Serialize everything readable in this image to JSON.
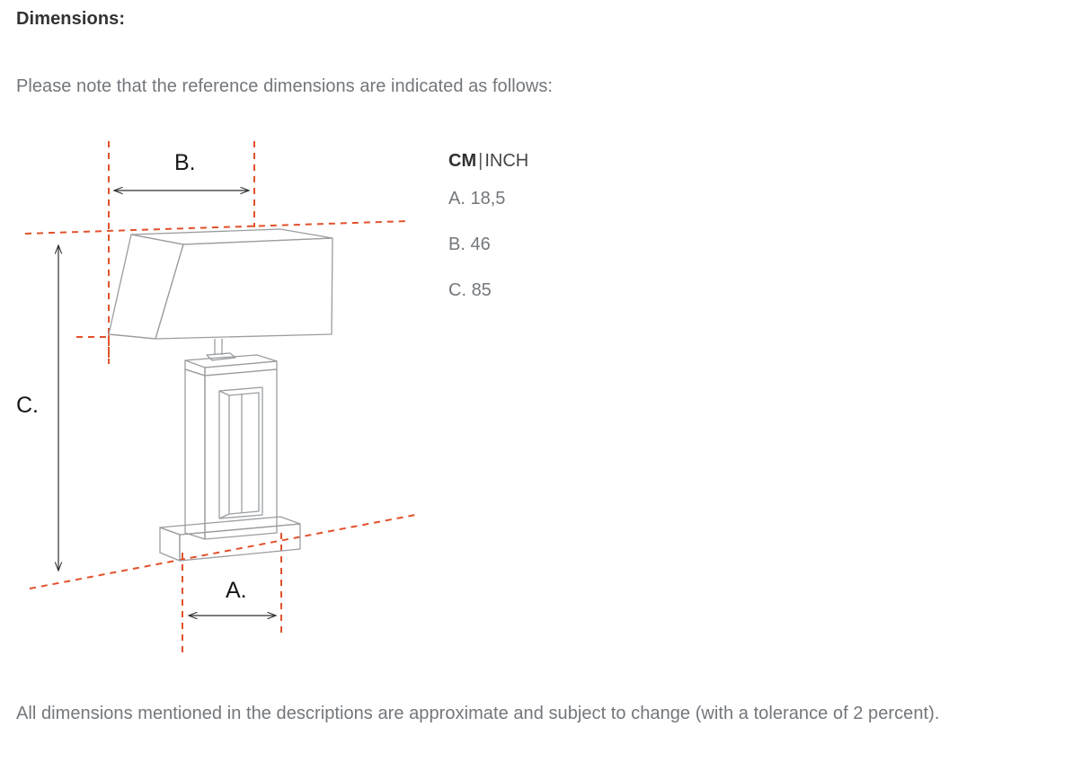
{
  "heading": "Dimensions:",
  "intro": "Please note that the reference dimensions are indicated as follows:",
  "legend": {
    "unit_primary": "CM",
    "unit_separator": "|",
    "unit_secondary": "INCH",
    "rows": [
      {
        "key": "A.",
        "value": "18,5"
      },
      {
        "key": "B.",
        "value": "46"
      },
      {
        "key": "C.",
        "value": "85"
      }
    ]
  },
  "diagram": {
    "labels": {
      "a": "A.",
      "b": "B.",
      "c": "C."
    },
    "colors": {
      "guide_line": "#e2512b",
      "product_line": "#9a9da0",
      "arrow": "#2b2d2f",
      "label_text": "#16181a"
    },
    "product": "rectangular table lamp with tapered shade, open frame column and plinth base"
  },
  "footnote": "All dimensions mentioned in the descriptions are approximate and subject to change (with a tolerance of 2 percent)."
}
